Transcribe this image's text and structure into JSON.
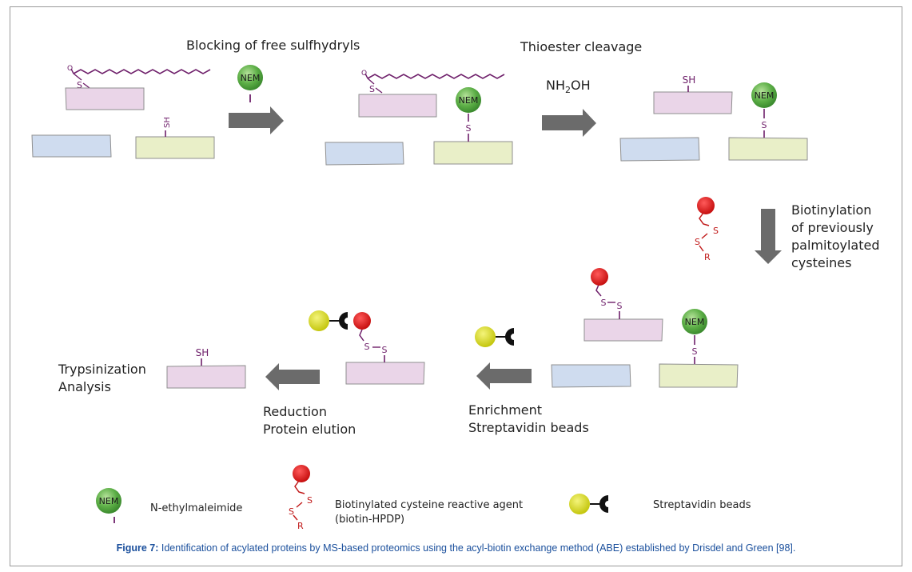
{
  "steps": {
    "blocking": "Blocking of free sulfhydryls",
    "thioester": "Thioester cleavage",
    "reagent": "NH2OH",
    "biotinylation": [
      "Biotinylation",
      "of previously",
      "palmitoylated",
      "cysteines"
    ],
    "enrichment": [
      "Enrichment",
      "Streptavidin beads"
    ],
    "reduction": [
      "Reduction",
      "Protein elution"
    ],
    "trypsinization": [
      "Trypsinization",
      "Analysis"
    ]
  },
  "chem": {
    "nem": "NEM",
    "s": "S",
    "sh": "SH",
    "r": "R",
    "o": "O"
  },
  "legend": {
    "nem_label": "N-ethylmaleimide",
    "biotin_label_1": "Biotinylated cysteine reactive agent",
    "biotin_label_2": "(biotin-HPDP)",
    "strep_label": "Streptavidin beads"
  },
  "caption": {
    "prefix": "Figure 7:",
    "text": " Identification of acylated proteins by MS-based proteomics using the acyl-biotin exchange method (ABE) established by Drisdel and Green [98]."
  },
  "colors": {
    "pink": "#ead5e8",
    "blue": "#cfdcef",
    "green": "#e9efc8",
    "purple": "#6e1f6a",
    "red_atom": "#d01b1b",
    "yellow_bead": "#d4d617",
    "nem_green": "#5aa845",
    "arrow": "#6b6b6b"
  }
}
